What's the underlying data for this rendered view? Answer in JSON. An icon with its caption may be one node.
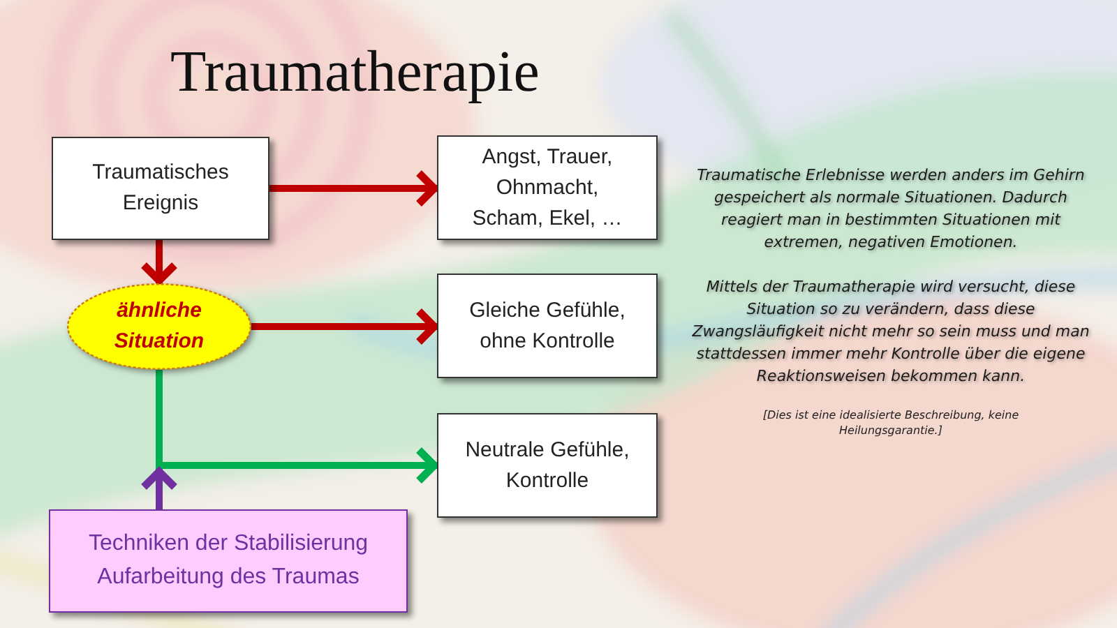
{
  "diagram": {
    "title": "Traumatherapie",
    "nodes": [
      {
        "text": [
          "Traumatisches Ereignis"
        ]
      },
      {
        "text": [
          "Angst, Trauer, Ohnmacht, Scham, Ekel, …"
        ]
      },
      {
        "text": [
          "ähnliche Situation"
        ]
      },
      {
        "text": [
          "Gleiche Gefühle, ohne Kontrolle"
        ]
      },
      {
        "text": [
          "Neutrale Gefühle, Kontrolle"
        ]
      },
      {
        "text": [
          "Techniken der Stabilisierung",
          "Aufarbeitung des Traumas"
        ]
      }
    ],
    "edges": [
      {
        "from": 0,
        "to": 1,
        "arrow": "to"
      },
      {
        "from": 0,
        "to": 2,
        "arrow": "to"
      },
      {
        "from": 2,
        "to": 3,
        "arrow": "to"
      },
      {
        "from": 2,
        "to": 4,
        "arrow": "to",
        "color": "#00b050"
      },
      {
        "from": 5,
        "to": null,
        "arrow": "to",
        "color": "#7030a0"
      }
    ],
    "labels": [
      "Traumatische Erlebnisse werden anders im Gehirn gespeichert als normale Situationen. Dadurch reagiert man in bestimmten Situationen mit extremen, negativen Emotionen.",
      "Mittels der Traumatherapie wird versucht, diese Situation so zu verändern, dass diese Zwangsläufigkeit nicht mehr so sein muss und man stattdessen immer mehr Kontrolle über die eigene Reaktionsweisen bekommen kann.",
      "[Dies ist eine idealisierte Beschreibung, keine Heilungsgarantie.]"
    ]
  }
}
